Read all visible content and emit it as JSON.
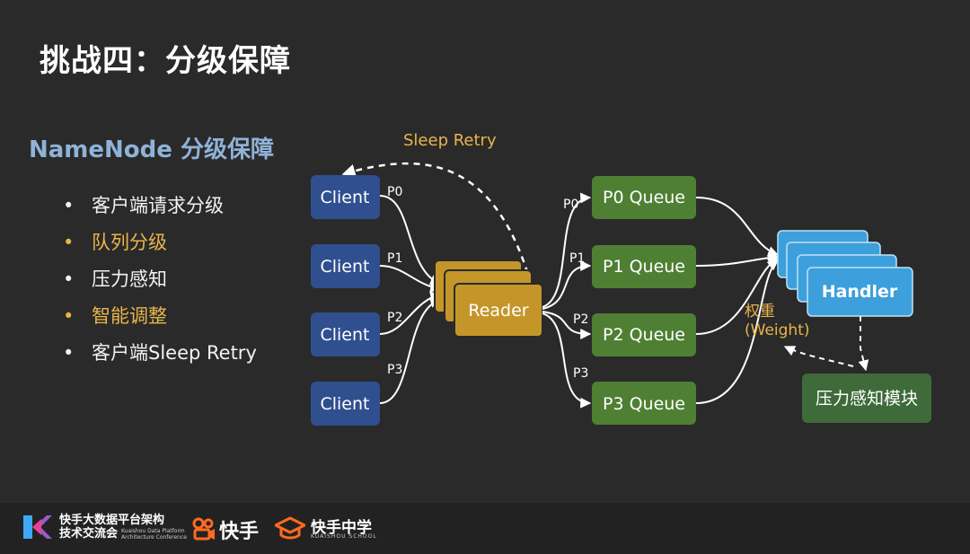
{
  "title": "挑战四：分级保障",
  "subtitle": "NameNode 分级保障",
  "bullets": [
    {
      "text": "客户端请求分级",
      "highlight": false
    },
    {
      "text": "队列分级",
      "highlight": true
    },
    {
      "text": "压力感知",
      "highlight": false
    },
    {
      "text": "智能调整",
      "highlight": true
    },
    {
      "text": "客户端Sleep Retry",
      "highlight": false
    }
  ],
  "colors": {
    "client": "#2f4f8f",
    "reader": "#c4962a",
    "queue": "#4f7f33",
    "handler": "#3d9fdc",
    "pressure": "#3f6b3a",
    "accent": "#e9b54a"
  },
  "diagram": {
    "sleep_retry_label": "Sleep Retry",
    "clients": [
      "Client",
      "Client",
      "Client",
      "Client"
    ],
    "client_priorities": [
      "P0",
      "P1",
      "P2",
      "P3"
    ],
    "reader_label": "Reader",
    "queue_priorities": [
      "P0",
      "P1",
      "P2",
      "P3"
    ],
    "queues": [
      "P0 Queue",
      "P1 Queue",
      "P2 Queue",
      "P3 Queue"
    ],
    "handler_label": "Handler",
    "weight_label_1": "权重",
    "weight_label_2": "(Weight)",
    "pressure_label": "压力感知模块"
  },
  "footer": {
    "brand1_line1": "快手大数据平台架构",
    "brand1_line2": "技术交流会",
    "brand1_en1": "Kuaishou Data Platform",
    "brand1_en2": "Architecture Conference",
    "brand2": "快手",
    "brand3": "快手中学",
    "brand3_en": "KUAISHOU SCHOOL"
  }
}
